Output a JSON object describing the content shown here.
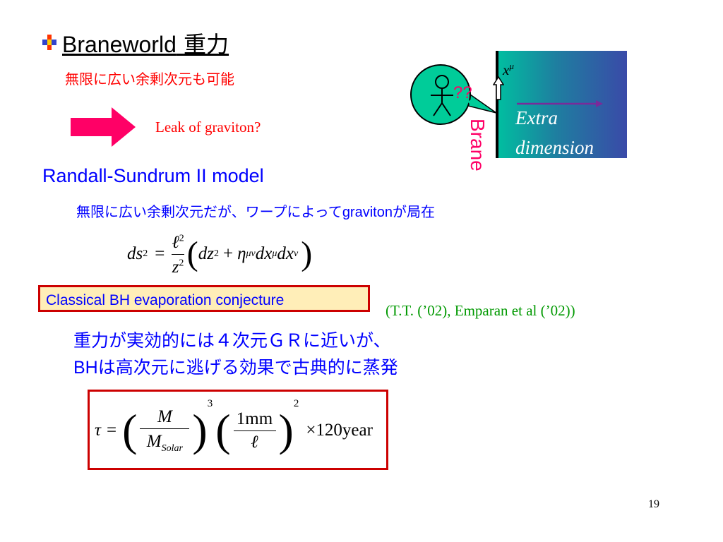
{
  "title": {
    "latin": "Braneworld",
    "jp": "重力"
  },
  "subtitle1": "無限に広い余剰次元も可能",
  "leak_text": "Leak of graviton?",
  "diagram": {
    "question": "??",
    "x_label": "x",
    "x_sup": "μ",
    "extra_line1": "Extra",
    "extra_line2": "dimension",
    "brane_label": "Brane"
  },
  "rs_model": "Randall-Sundrum II model",
  "rs_desc": {
    "part1": "無限に広い余剰次元だが、ワープによって",
    "part2": "graviton",
    "part3": "が局在"
  },
  "metric": {
    "lhs": "ds",
    "lhs_sup": "2",
    "eq": "=",
    "num": "ℓ",
    "num_sup": "2",
    "den": "z",
    "den_sup": "2",
    "lparen": "(",
    "rparen": ")",
    "dz": "dz",
    "dz_sup": "2",
    "plus": "+",
    "eta": "η",
    "eta_sub": "μν",
    "dx1": "dx",
    "dx1_sup": "μ",
    "dx2": "dx",
    "dx2_sup": "ν"
  },
  "conjecture_box": "Classical BH evaporation conjecture",
  "citation": "(T.T. (’02), Emparan et al (’02))",
  "statement": {
    "line1": "重力が実効的には４次元ＧＲに近いが、",
    "line2_bh": "BH",
    "line2_rest": "は高次元に逃げる効果で古典的に蒸発"
  },
  "formula": {
    "tau": "τ",
    "eq": "=",
    "M": "M",
    "M2": "M",
    "solar": "Solar",
    "exp1": "3",
    "one_mm": "1mm",
    "ell": "ℓ",
    "exp2": "2",
    "times": "×",
    "value": "120year"
  },
  "page_number": "19",
  "colors": {
    "red": "#ff0000",
    "blue": "#0000ff",
    "green": "#009900",
    "magenta": "#ff0066",
    "arrow": "#ff0066",
    "teal": "#00cc99",
    "box_fill": "#ffeeb8",
    "box_border": "#cc0000"
  }
}
